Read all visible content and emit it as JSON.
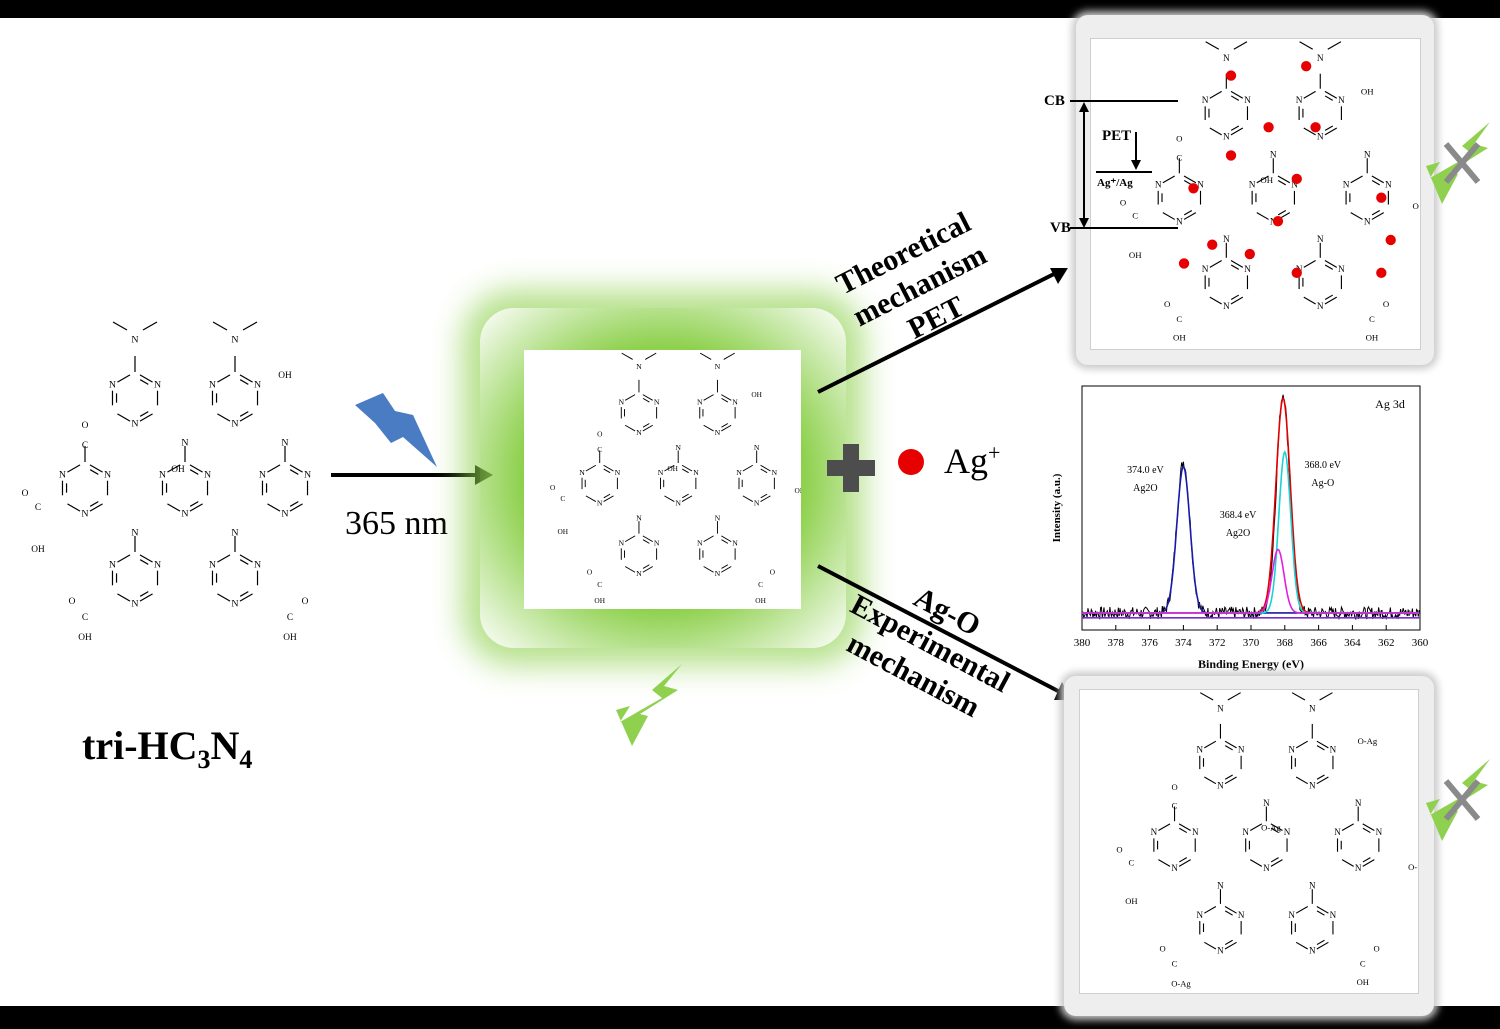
{
  "left_label": {
    "main": "tri-HC",
    "sub1": "3",
    "mid": "N",
    "sub2": "4"
  },
  "arrow_label": "365 nm",
  "ag_ion": {
    "text": "Ag",
    "sup": "+"
  },
  "theoretical": {
    "line1": "Theoretical",
    "line2": "mechanism",
    "line3": "PET"
  },
  "experimental": {
    "line1": "Ag-O",
    "line2": "Experimental",
    "line3": "mechanism"
  },
  "pet_diagram": {
    "cb": "CB",
    "vb": "VB",
    "pet": "PET",
    "couple": "Ag⁺/Ag"
  },
  "chem_labels": {
    "oh": "OH",
    "n": "N",
    "o": "O",
    "c": "C",
    "oag": "O-Ag"
  },
  "colors": {
    "glow": "#8fd14f",
    "bolt_blue": "#4a7cc4",
    "bolt_green": "#8fd14f",
    "ag_dot": "#e60000",
    "plus": "#4d4d4d"
  },
  "icons": [
    "lightning-bolt-icon",
    "plus-icon",
    "silver-ion-dot-icon",
    "quenched-bolt-icon"
  ],
  "chart_data": {
    "type": "line",
    "title": "Ag 3d",
    "xlabel": "Binding Energy (eV)",
    "ylabel": "Intensity (a.u.)",
    "xlim": [
      380,
      360
    ],
    "x_reversed": true,
    "ylim": [
      0,
      1
    ],
    "x_ticks": [
      "380",
      "378",
      "376",
      "374",
      "372",
      "370",
      "368",
      "366",
      "364",
      "362",
      "360"
    ],
    "annotations": [
      {
        "text": "374.0 eV",
        "sub": "Ag2O",
        "x": 374.0
      },
      {
        "text": "368.4 eV",
        "sub": "Ag2O",
        "x": 368.4
      },
      {
        "text": "368.0 eV",
        "sub": "Ag-O",
        "x": 368.0
      }
    ],
    "series": [
      {
        "color": "#000000",
        "peaks": [
          [
            374.0,
            0.62,
            0.55
          ],
          [
            368.1,
            0.9,
            0.55
          ]
        ],
        "baseline": 0.07,
        "noisy": true
      },
      {
        "color": "#e00000",
        "peaks": [
          [
            368.1,
            0.88,
            0.6
          ]
        ],
        "baseline": 0.07
      },
      {
        "color": "#1a1aa8",
        "peaks": [
          [
            374.0,
            0.6,
            0.55
          ]
        ],
        "baseline": 0.07
      },
      {
        "color": "#19d3d3",
        "peaks": [
          [
            368.0,
            0.66,
            0.5
          ]
        ],
        "baseline": 0.07
      },
      {
        "color": "#e020e0",
        "peaks": [
          [
            368.4,
            0.26,
            0.5
          ]
        ],
        "baseline": 0.07
      },
      {
        "color": "#7a2ccf",
        "peaks": [],
        "baseline": 0.05
      }
    ]
  }
}
